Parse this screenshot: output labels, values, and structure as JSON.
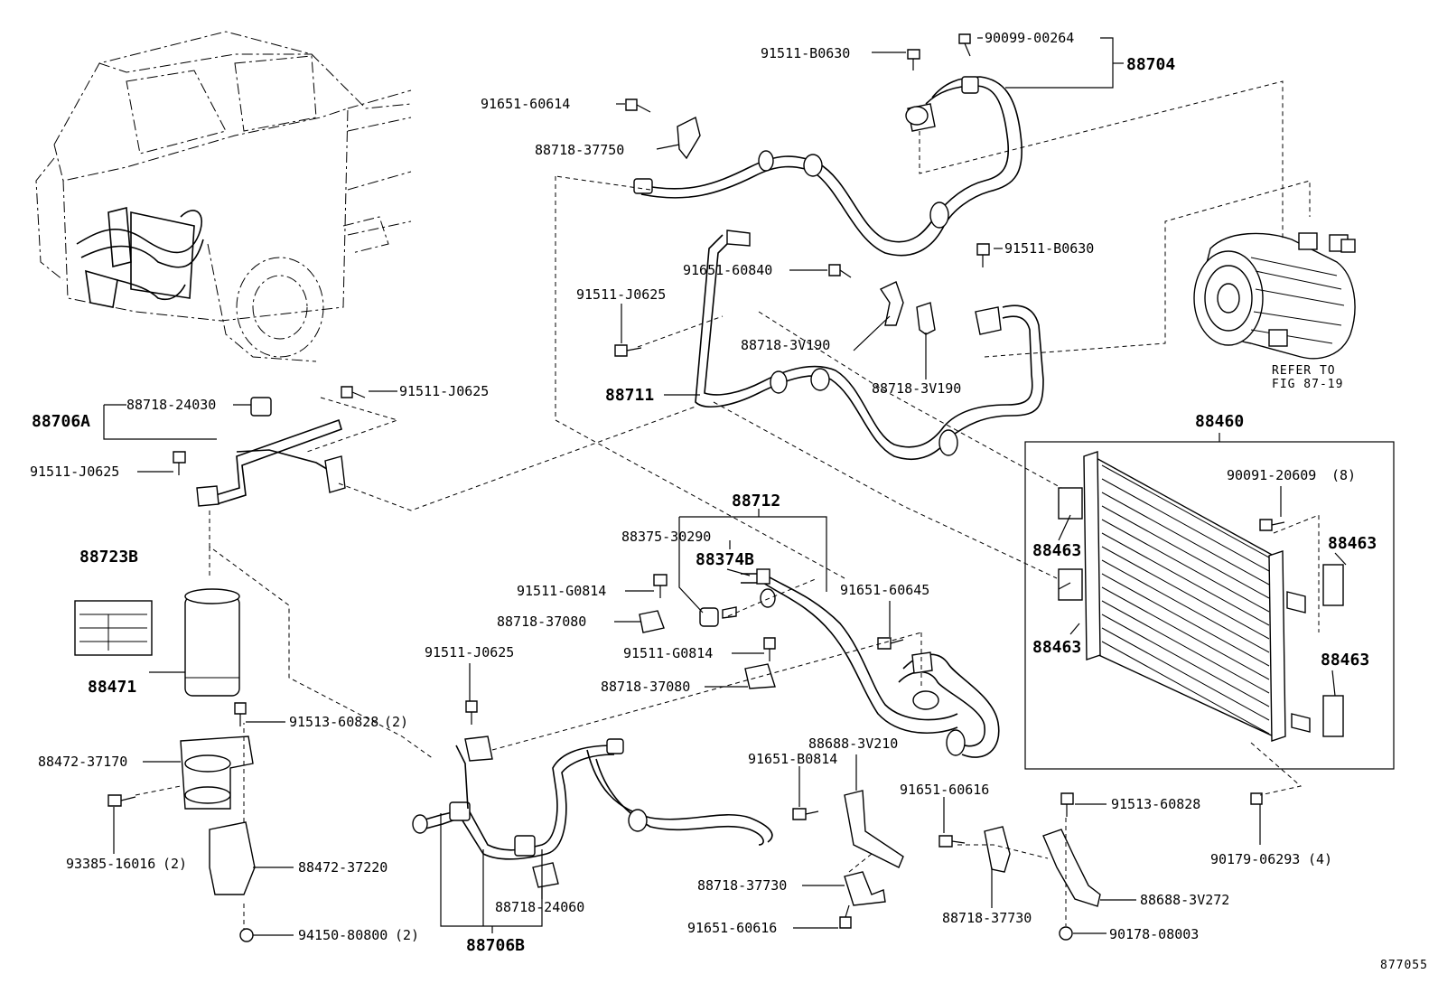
{
  "labels": {
    "p_91511_B0630_a": "91511-B0630",
    "p_90099_00264": "90099-00264",
    "p_88704": "88704",
    "p_91651_60614": "91651-60614",
    "p_88718_37750": "88718-37750",
    "p_91511_B0630_b": "91511-B0630",
    "p_91651_60840": "91651-60840",
    "p_91511_J0625_a": "91511-J0625",
    "p_88718_3V190_a": "88718-3V190",
    "p_88718_3V190_b": "88718-3V190",
    "p_88711": "88711",
    "p_refer_1": "REFER TO",
    "p_refer_2": "FIG 87-19",
    "p_88460": "88460",
    "p_88706A": "88706A",
    "p_88718_24030": "88718-24030",
    "p_91511_J0625_b": "91511-J0625",
    "p_91511_J0625_c": "91511-J0625",
    "p_90091_20609": "90091-20609",
    "p_90091_qty": "(8)",
    "p_88463_a": "88463",
    "p_88463_b": "88463",
    "p_88463_c": "88463",
    "p_88463_d": "88463",
    "p_88712": "88712",
    "p_88375_30290": "88375-30290",
    "p_88374B": "88374B",
    "p_91651_60645": "91651-60645",
    "p_91511_G0814_a": "91511-G0814",
    "p_88718_37080_a": "88718-37080",
    "p_91511_G0814_b": "91511-G0814",
    "p_88718_37080_b": "88718-37080",
    "p_88723B": "88723B",
    "p_88471": "88471",
    "p_91511_J0625_d": "91511-J0625",
    "p_91513_60828_a": "91513-60828",
    "p_91513_qty": "(2)",
    "p_88472_37170": "88472-37170",
    "p_93385_16016": "93385-16016",
    "p_93385_qty": "(2)",
    "p_88472_37220": "88472-37220",
    "p_94150_80800": "94150-80800",
    "p_94150_qty": "(2)",
    "p_88718_24060": "88718-24060",
    "p_88706B": "88706B",
    "p_88688_3V210": "88688-3V210",
    "p_91651_B0814": "91651-B0814",
    "p_91651_60616_a": "91651-60616",
    "p_91513_60828_b": "91513-60828",
    "p_90179_06293": "90179-06293",
    "p_90179_qty": "(4)",
    "p_88718_37730_a": "88718-37730",
    "p_88718_37730_b": "88718-37730",
    "p_88688_3V272": "88688-3V272",
    "p_91651_60616_b": "91651-60616",
    "p_90178_08003": "90178-08003",
    "p_figure_no": "877055"
  }
}
